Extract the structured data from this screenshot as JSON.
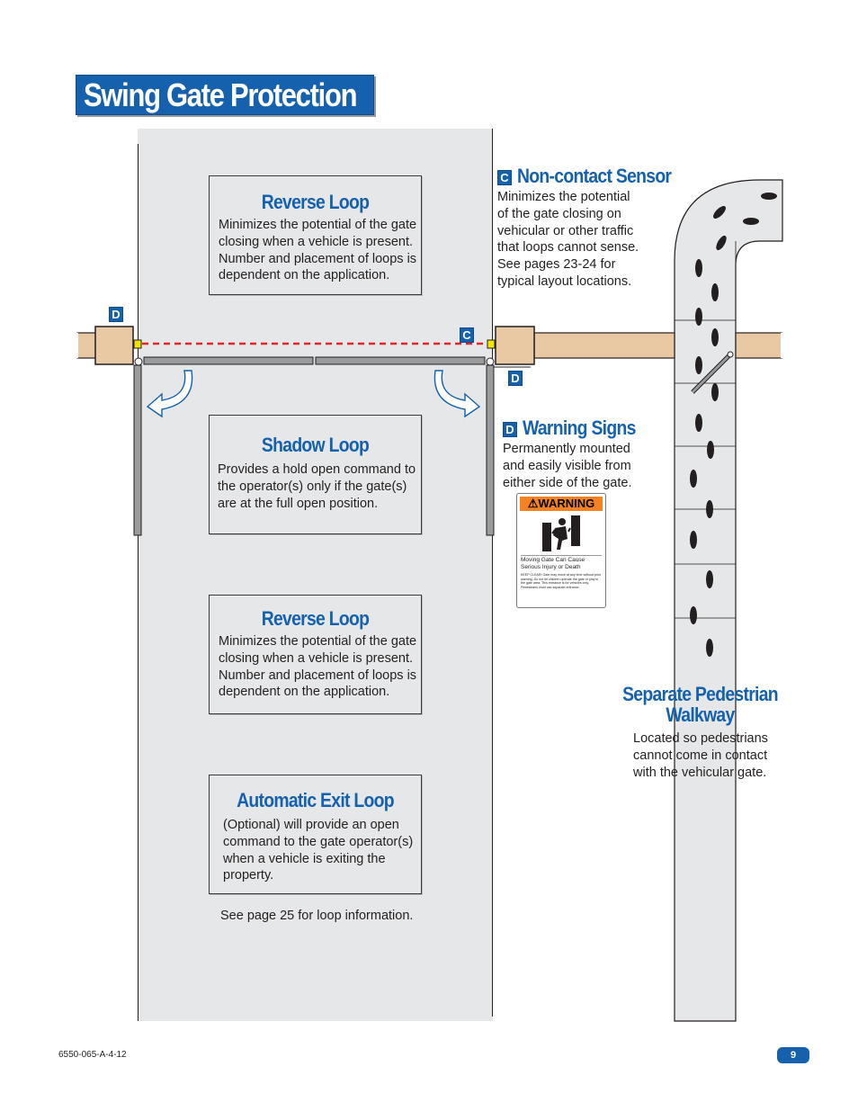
{
  "page": {
    "title": "Swing Gate Protection",
    "footer_code": "6550-065-A-4-12",
    "page_number": "9",
    "loop_note": "See page 25 for loop information."
  },
  "loops": [
    {
      "title": "Reverse Loop",
      "body": "Minimizes the potential of the gate closing when a vehicle is present. Number and placement of loops is dependent on the application."
    },
    {
      "title": "Shadow Loop",
      "body": "Provides a hold open command to the operator(s) only if the gate(s) are at the full open position."
    },
    {
      "title": "Reverse Loop",
      "body": "Minimizes the potential of the gate closing when a vehicle is present. Number and placement of loops is dependent on the application."
    },
    {
      "title": "Automatic Exit Loop",
      "body": "(Optional) will provide an open command to the gate operator(s) when a vehicle is exiting the property."
    }
  ],
  "sections": {
    "sensor": {
      "badge": "C",
      "title": "Non-contact Sensor",
      "body": "Minimizes the potential of the gate closing on vehicular or other traffic that loops cannot sense. See pages 23-24 for typical layout locations."
    },
    "signs": {
      "badge": "D",
      "title": "Warning Signs",
      "body": "Permanently mounted and easily visible from either side of the gate."
    },
    "walkway": {
      "title_line1": "Separate Pedestrian",
      "title_line2": "Walkway",
      "body": "Located so pedestrians cannot come in contact with the vehicular gate."
    }
  },
  "markers": {
    "d_left": "D",
    "c_right": "C",
    "d_right": "D"
  },
  "warning_sign": {
    "header": "WARNING",
    "caption": "Moving Gate Can Cause Serious Injury or Death",
    "fine_print": "KEEP CLEAR! Gate may move at any time without prior warning. Do not let children operate the gate or play in the gate area. This entrance is for vehicles only. Pedestrians must use separate entrance."
  },
  "colors": {
    "accent": "#1561ad",
    "road": "#e6e7e8",
    "post": "#e8c9a3",
    "beam": "#e3262b",
    "warning": "#f58220"
  }
}
